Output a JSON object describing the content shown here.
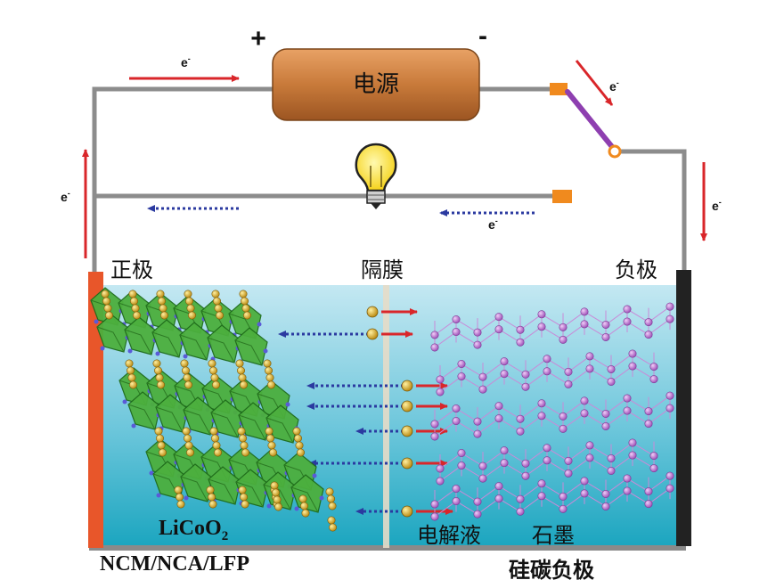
{
  "source": {
    "label": "电源",
    "plus": "+",
    "minus": "-"
  },
  "electron": {
    "base": "e",
    "sup": "-"
  },
  "labels": {
    "cathode": "正极",
    "separator": "隔膜",
    "anode": "负极",
    "electrolyte": "电解液",
    "graphite": "石墨",
    "licoo2_main": "LiCoO",
    "licoo2_sub": "2",
    "cathode_types": "NCM/NCA/LFP",
    "anode_types": "硅碳负极"
  },
  "colors": {
    "wire": "#8c8c8c",
    "source": "#c87a3a",
    "cathode_plate": "#e8562a",
    "anode_plate": "#222222",
    "electrolyte_top": "#c4e8f2",
    "electrolyte_bottom": "#1aa5bf",
    "switch_arm": "#8e3fb0",
    "contact": "#f08a1e",
    "electron_arrow": "#d9262a",
    "ion_arrow": "#2b3aa0",
    "octahedron": "#4caf3e",
    "li_ion": "#d2a52a",
    "graphite_node": "#b868cc"
  }
}
